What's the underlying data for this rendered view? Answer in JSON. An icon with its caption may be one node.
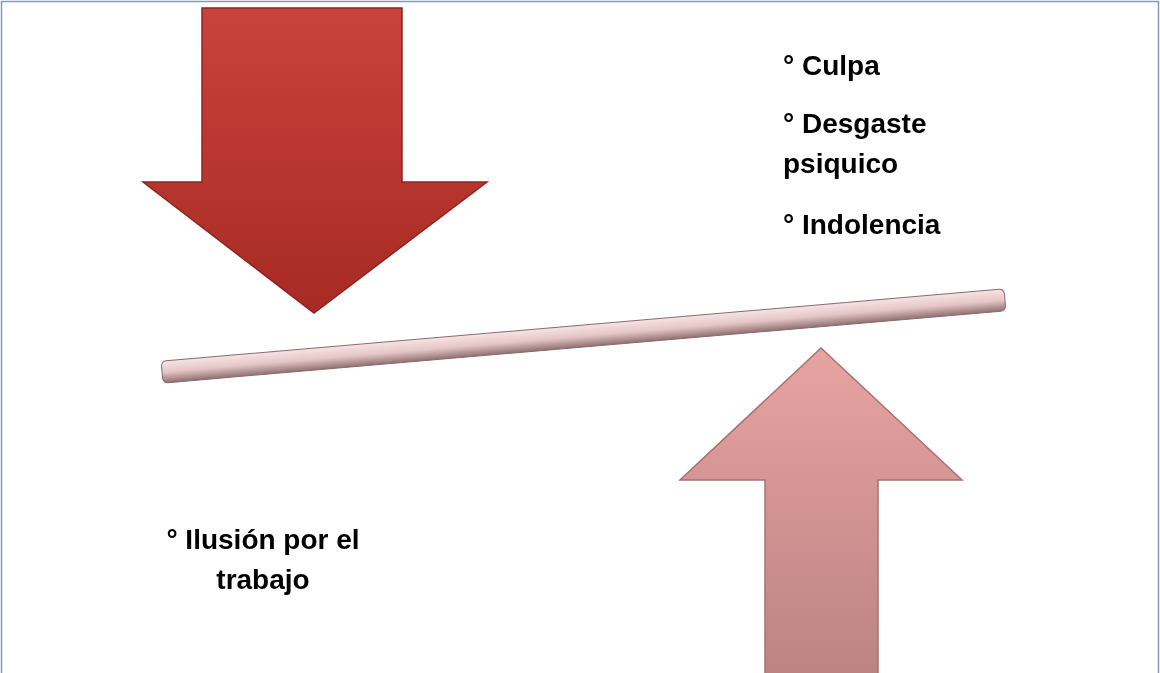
{
  "diagram": {
    "labels": [
      "° Culpa",
      "° Desgaste psiquico",
      "° Indolencia",
      "° Ilusión por el trabajo"
    ]
  }
}
